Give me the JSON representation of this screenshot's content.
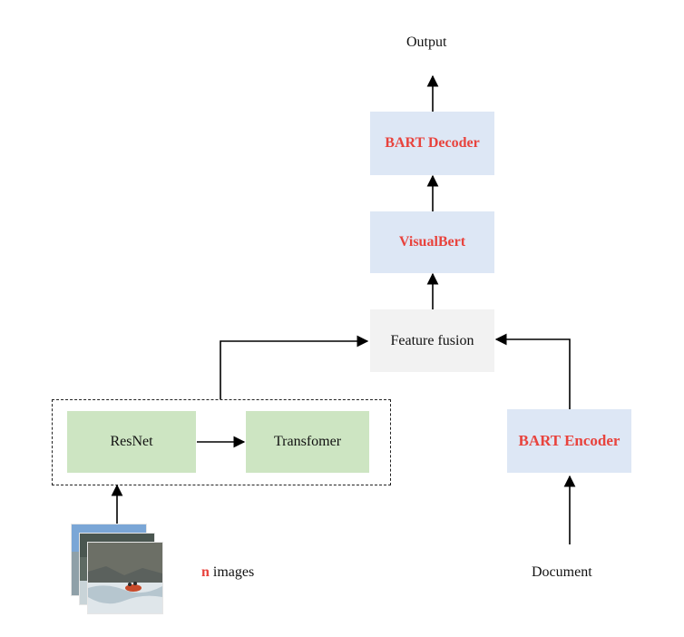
{
  "diagram": {
    "output_label": "Output",
    "bart_decoder": "BART Decoder",
    "visualbert": "VisualBert",
    "feature_fusion": "Feature fusion",
    "resnet": "ResNet",
    "transformer": "Transfomer",
    "bart_encoder": "BART Encoder",
    "n_label": "n",
    "images_label": "images",
    "document_label": "Document"
  },
  "colors": {
    "accent_red": "#e8433d",
    "blue_box": "#dde7f5",
    "green_box": "#cde5c2",
    "grey_box": "#f2f2f2"
  }
}
